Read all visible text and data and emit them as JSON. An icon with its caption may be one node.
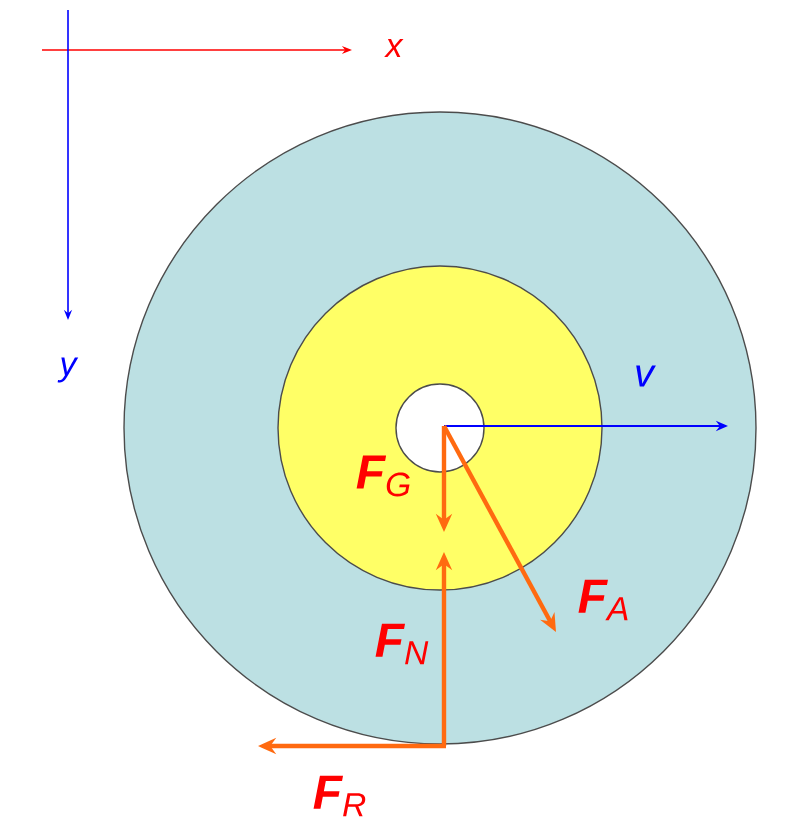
{
  "diagram": {
    "labels": [
      "x",
      "y",
      "v",
      "**F**$_{G}$",
      "**F**$_{A}$",
      "**F**$_{N}$",
      "**F**$_{R}$"
    ]
  }
}
